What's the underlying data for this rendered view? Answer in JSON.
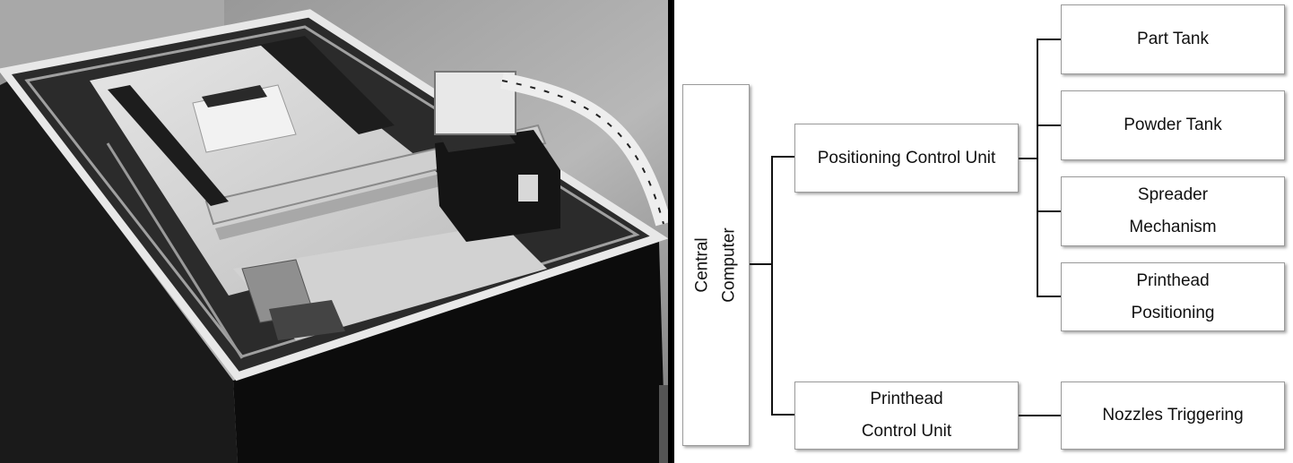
{
  "diagram": {
    "root": {
      "label": "Central\nComputer"
    },
    "level1": [
      {
        "label": "Positioning Control Unit"
      },
      {
        "label": "Printhead\nControl Unit"
      }
    ],
    "level2": [
      {
        "label": "Part Tank"
      },
      {
        "label": "Powder Tank"
      },
      {
        "label": "Spreader\nMechanism"
      },
      {
        "label": "Printhead\nPositioning"
      },
      {
        "label": "Nozzles Triggering"
      }
    ],
    "edges": [
      [
        "Central Computer",
        "Positioning Control Unit"
      ],
      [
        "Central Computer",
        "Printhead Control Unit"
      ],
      [
        "Positioning Control Unit",
        "Part Tank"
      ],
      [
        "Positioning Control Unit",
        "Powder Tank"
      ],
      [
        "Positioning Control Unit",
        "Spreader Mechanism"
      ],
      [
        "Positioning Control Unit",
        "Printhead Positioning"
      ],
      [
        "Printhead Control Unit",
        "Nozzles Triggering"
      ]
    ]
  },
  "photo": {
    "subject": "3d-printer-photo",
    "tone": "grayscale"
  }
}
